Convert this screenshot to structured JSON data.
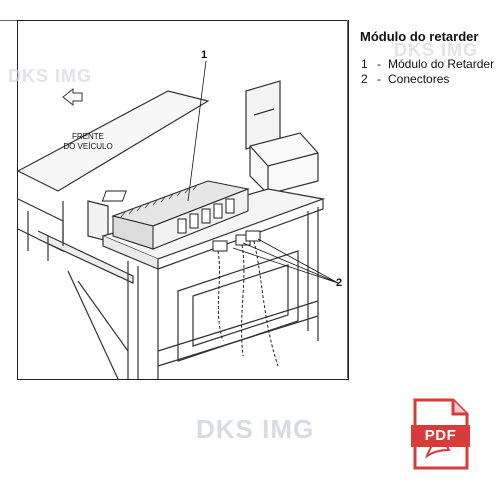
{
  "document": {
    "title": "Módulo do retarder",
    "legend": [
      {
        "num": "1",
        "label": "Módulo do Retarder"
      },
      {
        "num": "2",
        "label": "Conectores"
      }
    ]
  },
  "diagram": {
    "callout_1": "1",
    "callout_2": "2",
    "front_label_line1": "FRENTE",
    "front_label_line2": "DO VEÍCULO"
  },
  "watermark": "DKS IMG",
  "pdf_badge": {
    "label": "PDF",
    "icon": "pdf-file-icon",
    "color": "#d93b3b"
  }
}
